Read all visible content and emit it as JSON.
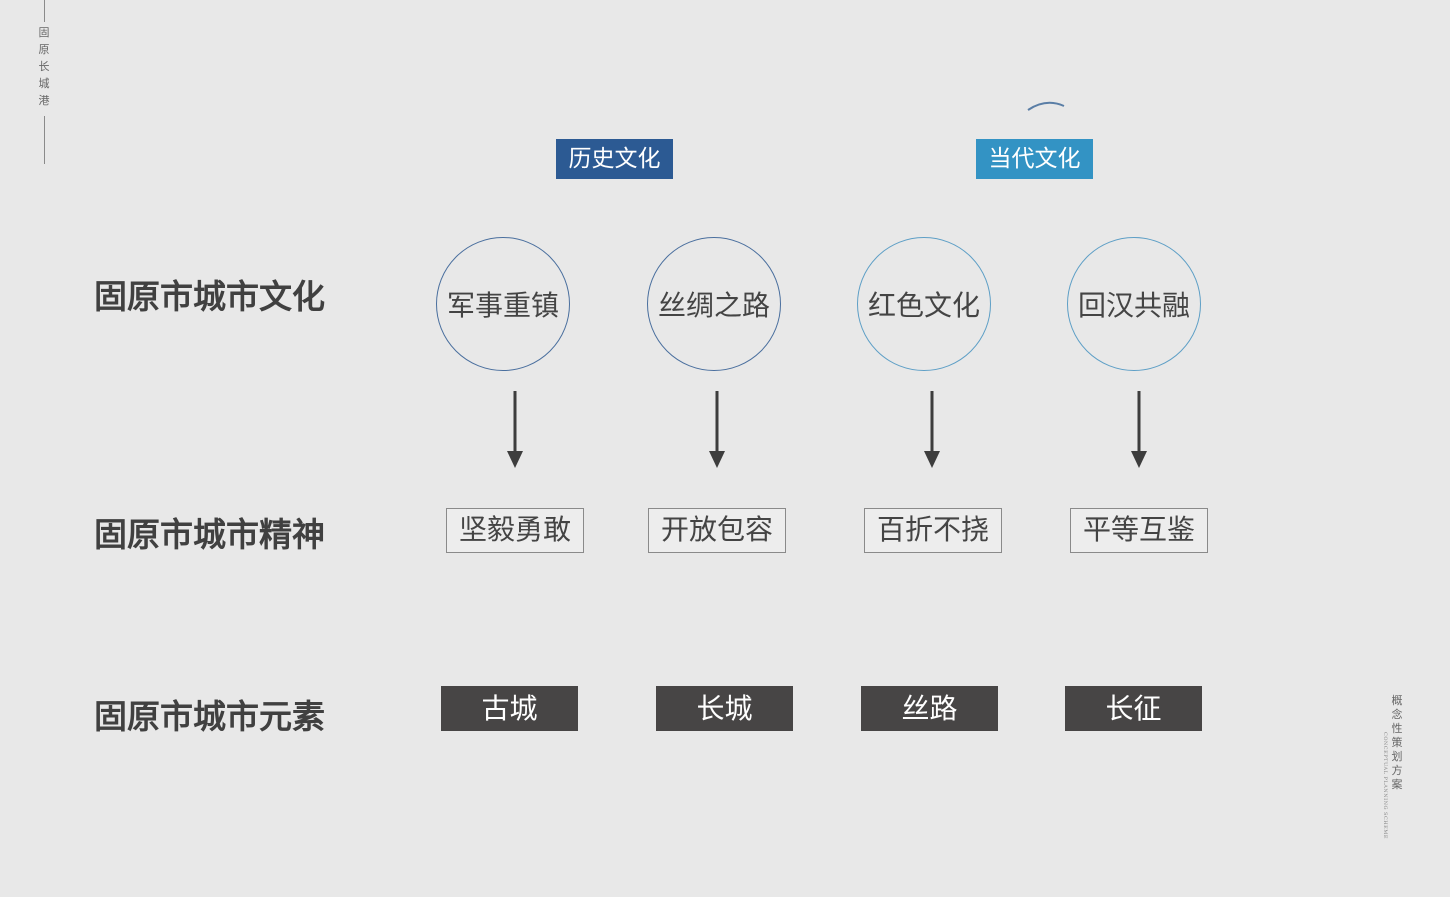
{
  "brand": {
    "vertical_text": "固原长城港"
  },
  "tags": {
    "history": "历史文化",
    "modern": "当代文化"
  },
  "rows": {
    "culture": "固原市城市文化",
    "spirit": "固原市城市精神",
    "element": "固原市城市元素"
  },
  "culture_items": [
    "军事重镇",
    "丝绸之路",
    "红色文化",
    "回汉共融"
  ],
  "spirit_items": [
    "坚毅勇敢",
    "开放包容",
    "百折不挠",
    "平等互鉴"
  ],
  "element_items": [
    "古城",
    "长城",
    "丝路",
    "长征"
  ],
  "footer": {
    "title": "概念性策划方案",
    "subtitle": "CONCEPTUAL PLANNING SCHEME"
  },
  "colors": {
    "history_tag": "#2c5a93",
    "modern_tag": "#3393c4",
    "element_box": "#474545",
    "arrow": "#3d3d3d"
  }
}
